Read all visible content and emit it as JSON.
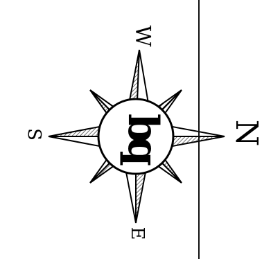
{
  "compass": {
    "north": "N",
    "south": "S",
    "east": "E",
    "west": "W",
    "center_logo": "bq"
  },
  "colors": {
    "ink": "#000000",
    "background": "#ffffff",
    "hatch": "#555555"
  },
  "icons": {
    "rose": "compass-rose-icon",
    "rule": "divider-line"
  }
}
